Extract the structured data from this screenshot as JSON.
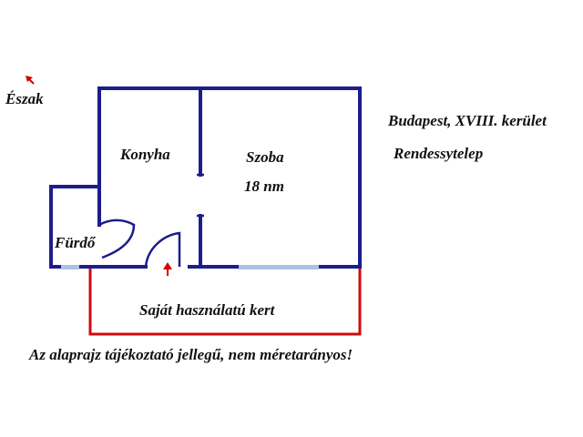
{
  "compass": {
    "label": "Észak",
    "icon": "north-arrow-icon",
    "color": "#d40000"
  },
  "rooms": {
    "kitchen": "Konyha",
    "room": "Szoba",
    "room_area": "18 nm",
    "bathroom": "Fürdő",
    "garden": "Saját használatú kert"
  },
  "location": {
    "city": "Budapest, XVIII. kerület",
    "district": "Rendessytelep"
  },
  "disclaimer": "Az alaprajz tájékoztató jellegű, nem méretarányos!",
  "colors": {
    "wall": "#1c1d8c",
    "garden_border": "#d10a0a",
    "window": "#a9c2e3",
    "entrance_arrow": "#d40000",
    "text": "#111111"
  }
}
